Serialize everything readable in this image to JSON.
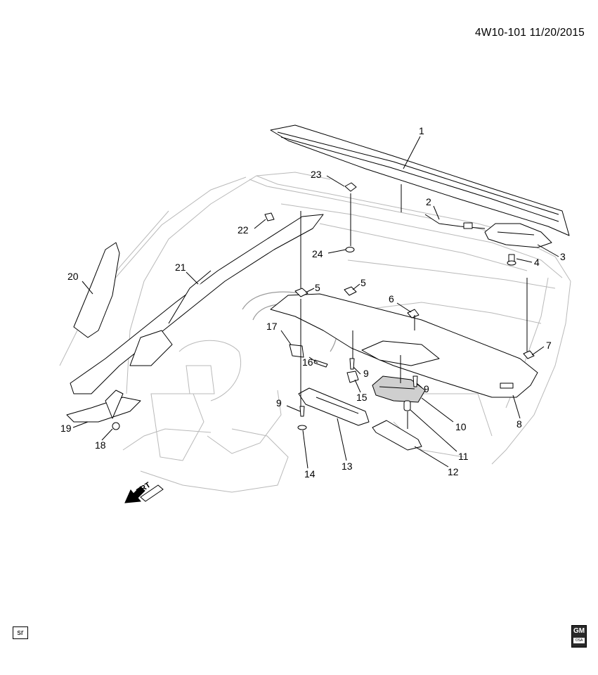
{
  "header": {
    "code": "4W10-101  11/20/2015"
  },
  "callouts": {
    "c1": "1",
    "c2": "2",
    "c3": "3",
    "c4": "4",
    "c5a": "5",
    "c5b": "5",
    "c6": "6",
    "c7": "7",
    "c8": "8",
    "c9a": "9",
    "c9b": "9",
    "c9c": "9",
    "c10": "10",
    "c11": "11",
    "c12": "12",
    "c13": "13",
    "c14": "14",
    "c15": "15",
    "c16": "16",
    "c17": "17",
    "c18": "18",
    "c19": "19",
    "c20": "20",
    "c21": "21",
    "c22": "22",
    "c23": "23",
    "c24": "24"
  },
  "direction": {
    "label": "FRT"
  },
  "footer": {
    "badge": "sr",
    "logo": "GM",
    "logo_sub": "OSA"
  }
}
